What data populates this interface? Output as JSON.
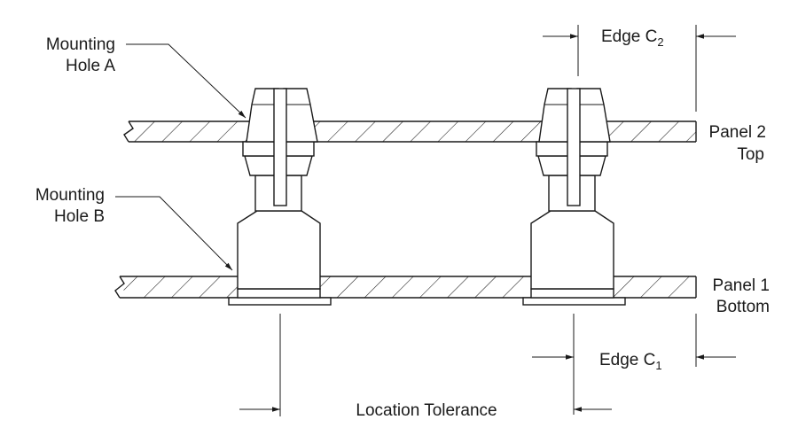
{
  "labels": {
    "mounting_hole_a": [
      "Mounting",
      "Hole A"
    ],
    "mounting_hole_b": [
      "Mounting",
      "Hole B"
    ],
    "panel_2": [
      "Panel 2",
      "Top"
    ],
    "panel_1": [
      "Panel 1",
      "Bottom"
    ],
    "edge_c2": {
      "text": "Edge C",
      "subscript": "2"
    },
    "edge_c1": {
      "text": "Edge C",
      "subscript": "1"
    },
    "location_tolerance": "Location Tolerance"
  },
  "colors": {
    "line": "#1a1a1a",
    "background": "#ffffff"
  }
}
